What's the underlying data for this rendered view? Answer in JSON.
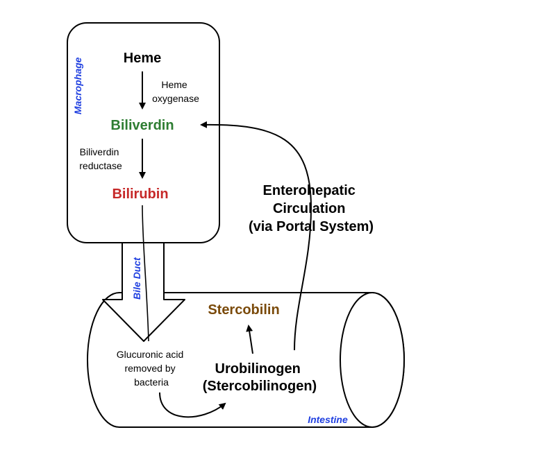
{
  "colors": {
    "black": "#000000",
    "green": "#2e7d32",
    "red": "#c62828",
    "brown": "#7a4a0a",
    "blue": "#1f3fe0"
  },
  "macrophage": {
    "label": "Macrophage",
    "heme": "Heme",
    "heme_enzyme_line1": "Heme",
    "heme_enzyme_line2": "oxygenase",
    "biliverdin": "Biliverdin",
    "bv_enzyme_line1": "Biliverdin",
    "bv_enzyme_line2": "reductase",
    "bilirubin": "Bilirubin"
  },
  "bile_duct": {
    "label": "Bile Duct"
  },
  "enterohepatic": {
    "line1": "Enterohepatic",
    "line2": "Circulation",
    "line3": "(via Portal System)"
  },
  "intestine": {
    "label": "Intestine",
    "stercobilin": "Stercobilin",
    "glucuronic_line1": "Glucuronic acid",
    "glucuronic_line2": "removed by",
    "glucuronic_line3": "bacteria",
    "urobilinogen_line1": "Urobilinogen",
    "urobilinogen_line2": "(Stercobilinogen)"
  }
}
